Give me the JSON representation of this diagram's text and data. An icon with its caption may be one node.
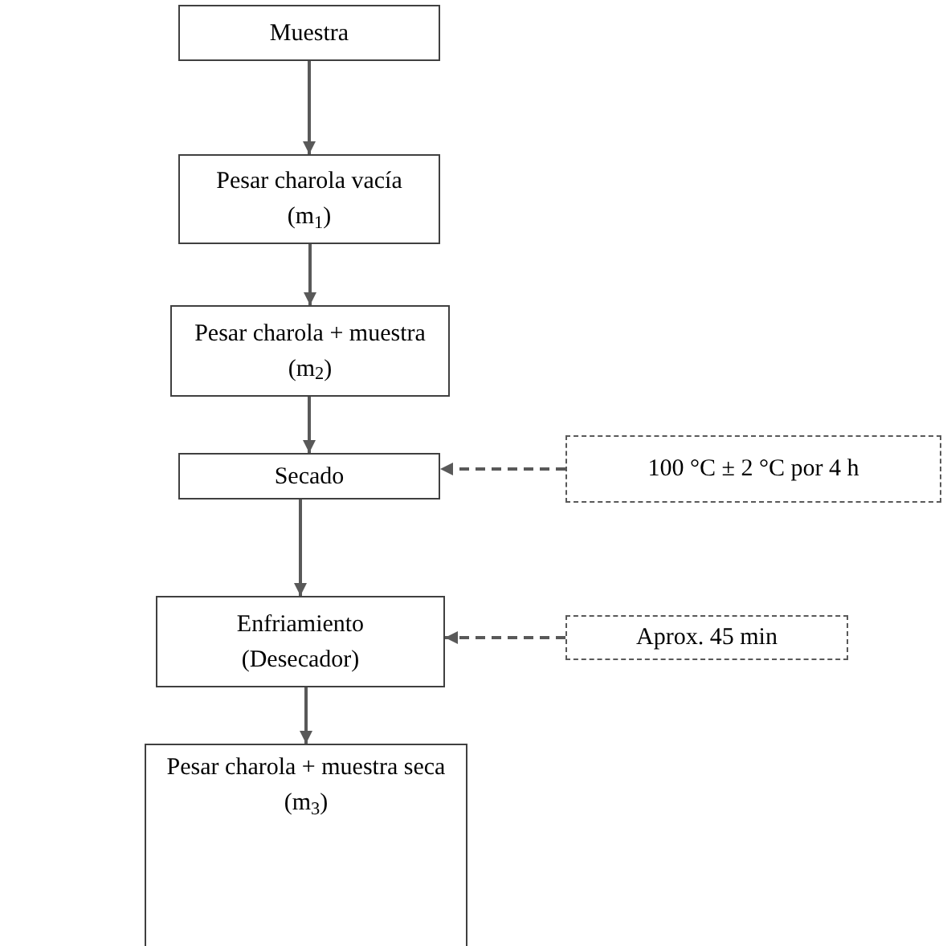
{
  "diagram": {
    "nodes": [
      {
        "text": [
          "Muestra"
        ]
      },
      {
        "text": [
          "Pesar charola vacía (m$_{1}$)"
        ]
      },
      {
        "text": [
          "Pesar charola + muestra (m$_{2}$)"
        ]
      },
      {
        "text": [
          "Secado"
        ]
      },
      {
        "text": [
          "Enfriamiento (Desecador)"
        ]
      },
      {
        "text": [
          "Pesar charola + muestra seca (m$_{3}$)"
        ]
      },
      {
        "text": [
          "100 °C ± 2 °C por 4 h"
        ]
      },
      {
        "text": [
          "Aprox. 45 min"
        ]
      }
    ],
    "edges": [
      {
        "from": 0,
        "to": 1,
        "arrow": "to"
      },
      {
        "from": 1,
        "to": 2,
        "arrow": "to"
      },
      {
        "from": 2,
        "to": 3,
        "arrow": "to"
      },
      {
        "from": 3,
        "to": 4,
        "arrow": "to"
      },
      {
        "from": 4,
        "to": 5,
        "arrow": "to"
      },
      {
        "from": 6,
        "to": 3,
        "arrow": "to",
        "style": "dashed"
      },
      {
        "from": 7,
        "to": 4,
        "arrow": "to",
        "style": "dashed"
      }
    ]
  }
}
